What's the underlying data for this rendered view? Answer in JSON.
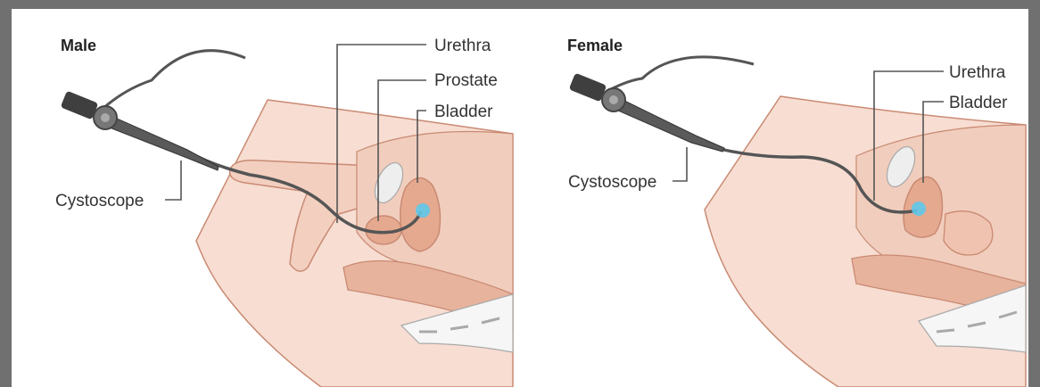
{
  "panels": {
    "male": {
      "heading": "Male",
      "labels": {
        "urethra": "Urethra",
        "prostate": "Prostate",
        "bladder": "Bladder",
        "cystoscope": "Cystoscope"
      }
    },
    "female": {
      "heading": "Female",
      "labels": {
        "urethra": "Urethra",
        "bladder": "Bladder",
        "cystoscope": "Cystoscope"
      }
    }
  },
  "colors": {
    "frame": "#707070",
    "skin": "#f7ddd2",
    "tissue": "#efc3b0",
    "organ": "#e5a98f",
    "outline": "#c98a73",
    "instrument": "#555555",
    "bladder_tip": "#5ec8ea"
  },
  "icons": [
    "cystoscope-icon",
    "bladder-tip-highlight"
  ]
}
